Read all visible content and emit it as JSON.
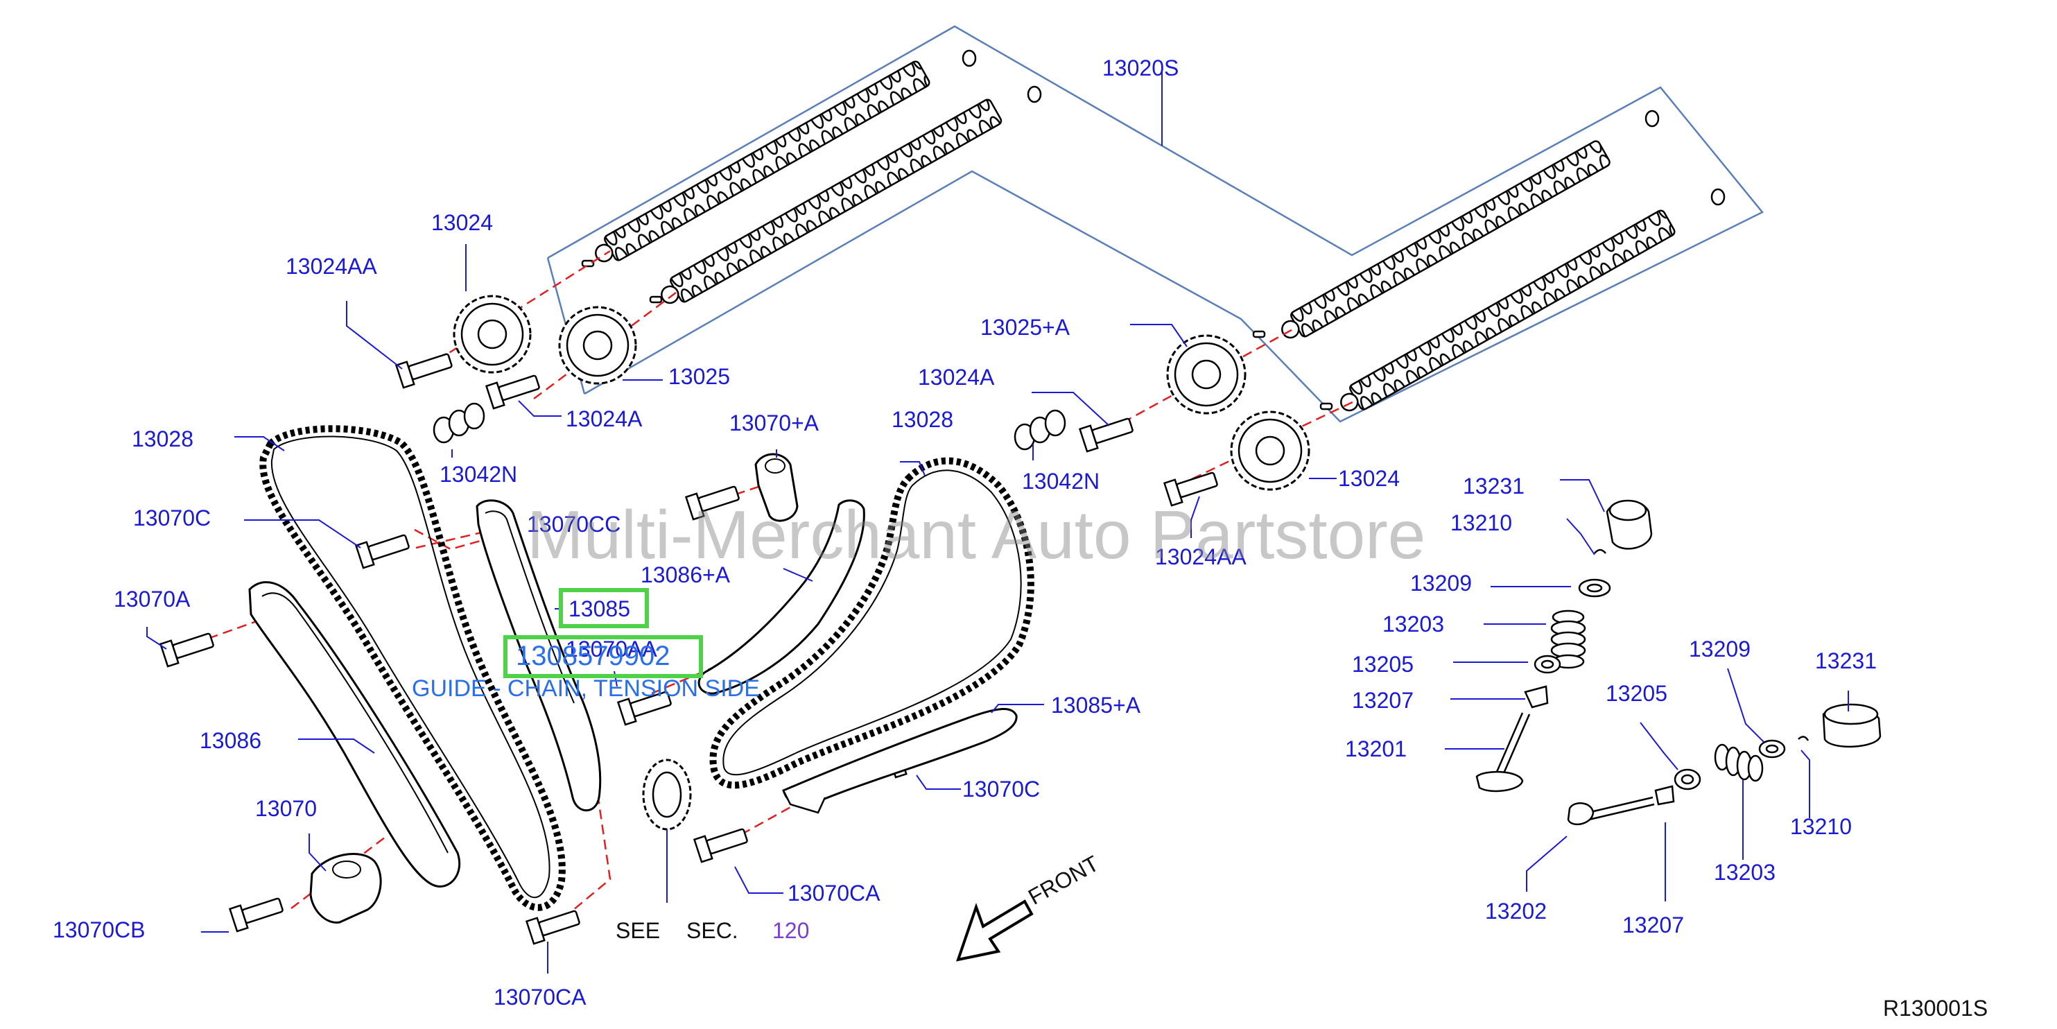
{
  "labels": {
    "l13020S": "13020S",
    "l13024_top": "13024",
    "l13024AA_top": "13024AA",
    "l13025": "13025",
    "l13024A_left": "13024A",
    "l13042N_left": "13042N",
    "l13028_left": "13028",
    "l13070C_left": "13070C",
    "l13070CC": "13070CC",
    "l13070A": "13070A",
    "l13085": "13085",
    "l13070AA": "13070AA",
    "l13086": "13086",
    "l13070": "13070",
    "l13070CB": "13070CB",
    "l13070CA_bottom": "13070CA",
    "l13070_A": "13070+A",
    "l13028_right": "13028",
    "l13086_A": "13086+A",
    "l13085_A": "13085+A",
    "l13070C_right": "13070C",
    "l13070CA_right": "13070CA",
    "see": "SEE",
    "sec": "SEC.",
    "sec_num": "120",
    "front": "FRONT",
    "l13025_A": "13025+A",
    "l13024A_right": "13024A",
    "l13042N_right": "13042N",
    "l13024_right": "13024",
    "l13024AA_right": "13024AA",
    "l13231_top": "13231",
    "l13210_top": "13210",
    "l13209_left": "13209",
    "l13203_left": "13203",
    "l13205_left": "13205",
    "l13207_left": "13207",
    "l13201": "13201",
    "l13209_right": "13209",
    "l13231_right": "13231",
    "l13205_right": "13205",
    "l13210_right": "13210",
    "l13203_right": "13203",
    "l13202": "13202",
    "l13207_bottom": "13207",
    "ref": "R130001S"
  },
  "overlay": {
    "watermark": "Multi-Merchant Auto Partstore",
    "highlight_part": "13085",
    "highlight_part_number": "1308579902",
    "tooltip": "GUIDE - CHAIN, TENSION SIDE"
  },
  "colors": {
    "label": "#1a1ad6",
    "leader": "#1a1ad6",
    "outline": "#5a7fb8",
    "dash": "#e02020",
    "highlight": "#4fd24a",
    "tooltip": "#2a6fe8"
  }
}
